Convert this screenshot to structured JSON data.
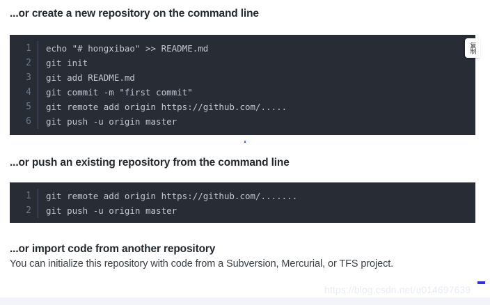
{
  "sections": [
    {
      "heading": "...or create a new repository on the command line",
      "code_lines": [
        {
          "num": "1",
          "text": "echo \"# hongxibao\" >> README.md"
        },
        {
          "num": "2",
          "text": "git init"
        },
        {
          "num": "3",
          "text": "git add README.md"
        },
        {
          "num": "4",
          "text": "git commit -m \"first commit\""
        },
        {
          "num": "5",
          "text": "git remote add origin https://github.com/....."
        },
        {
          "num": "6",
          "text": "git push -u origin master"
        }
      ]
    },
    {
      "heading": "...or push an existing repository from the command line",
      "code_lines": [
        {
          "num": "1",
          "text": "git remote add origin https://github.com/......."
        },
        {
          "num": "2",
          "text": "git push -u origin master"
        }
      ]
    },
    {
      "heading": "...or import code from another repository",
      "body": "You can initialize this repository with code from a Subversion, Mercurial, or TFS project."
    }
  ],
  "copy_tooltip": {
    "label": "复制"
  },
  "watermark": {
    "text": "https://blog.csdn.net/u014697639"
  },
  "colors": {
    "code_background": "#282c34",
    "code_text": "#c0c8d4",
    "line_number": "#6a7a8c",
    "heading_text": "#24292e",
    "body_text": "#3a3f44",
    "watermark_text": "#e9ecf3",
    "bottom_band": "#f2f4f9",
    "artifact_blue": "#2f2fe8"
  }
}
